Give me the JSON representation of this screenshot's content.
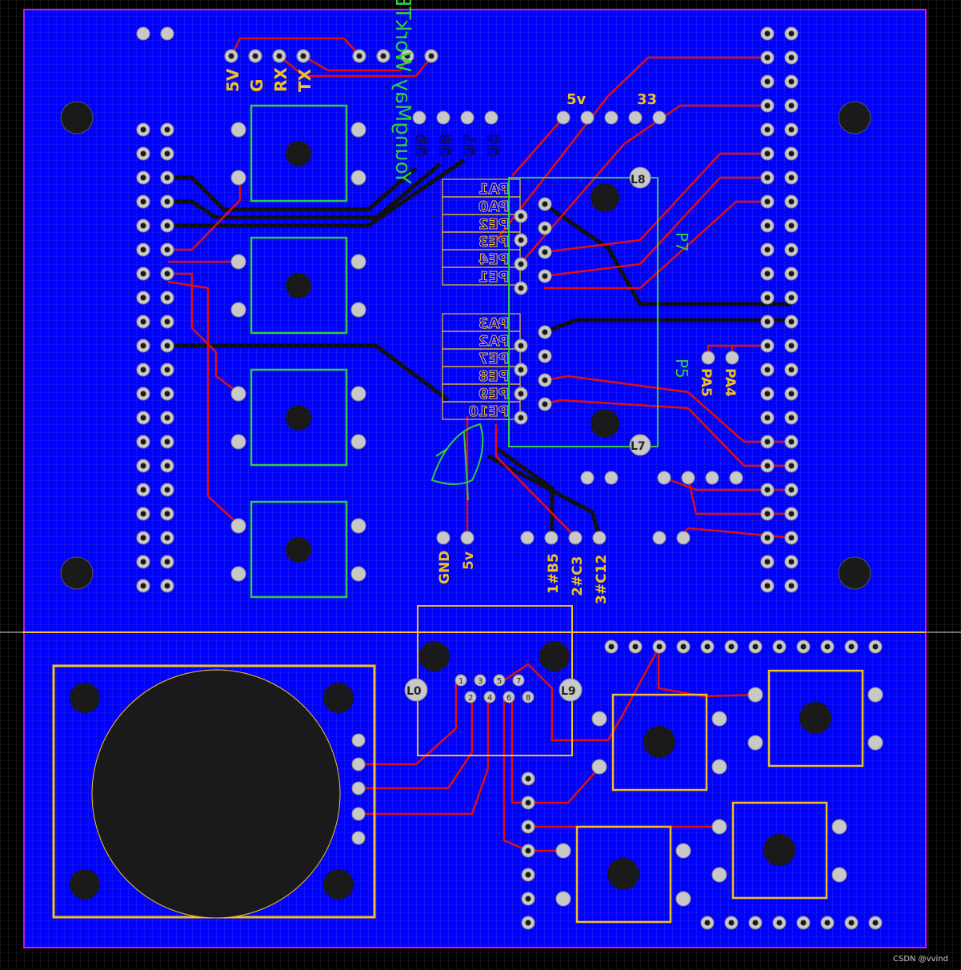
{
  "colors": {
    "background": "#000000",
    "board": "#0000ff",
    "board_outline": "#e010e0",
    "trace_top": "#e01010",
    "trace_bottom": "#111111",
    "silk_yellow": "#f0c020",
    "silk_green": "#30cc40",
    "pad": "#c8c8c8",
    "hole": "#1a1a1a"
  },
  "labels": {
    "uart": [
      "5V",
      "G",
      "RX",
      "TX"
    ],
    "b_pins": [
      "B9",
      "B8",
      "B7",
      "B6"
    ],
    "power_5v": "5v",
    "power_33": "33",
    "ports": [
      "PA1",
      "PA0",
      "PE2",
      "PE3",
      "PE4",
      "PE1",
      "PA3",
      "PA2",
      "PE7",
      "PE8",
      "PE9",
      "PE10"
    ],
    "p7": "P7",
    "p5": "P5",
    "pa4": "PA4",
    "pa5": "PA5",
    "gnd": "GND",
    "bottom_5v": "5v",
    "ch1": "1#B5",
    "ch2": "2#C3",
    "ch3": "3#C12",
    "team": "YoungMay WorkTEAM",
    "designators": [
      "L8",
      "L7",
      "L0",
      "L9"
    ],
    "db9_pins": [
      "1",
      "2",
      "3",
      "4",
      "5",
      "6",
      "7",
      "8"
    ]
  },
  "watermark": "CSDN @vvind"
}
